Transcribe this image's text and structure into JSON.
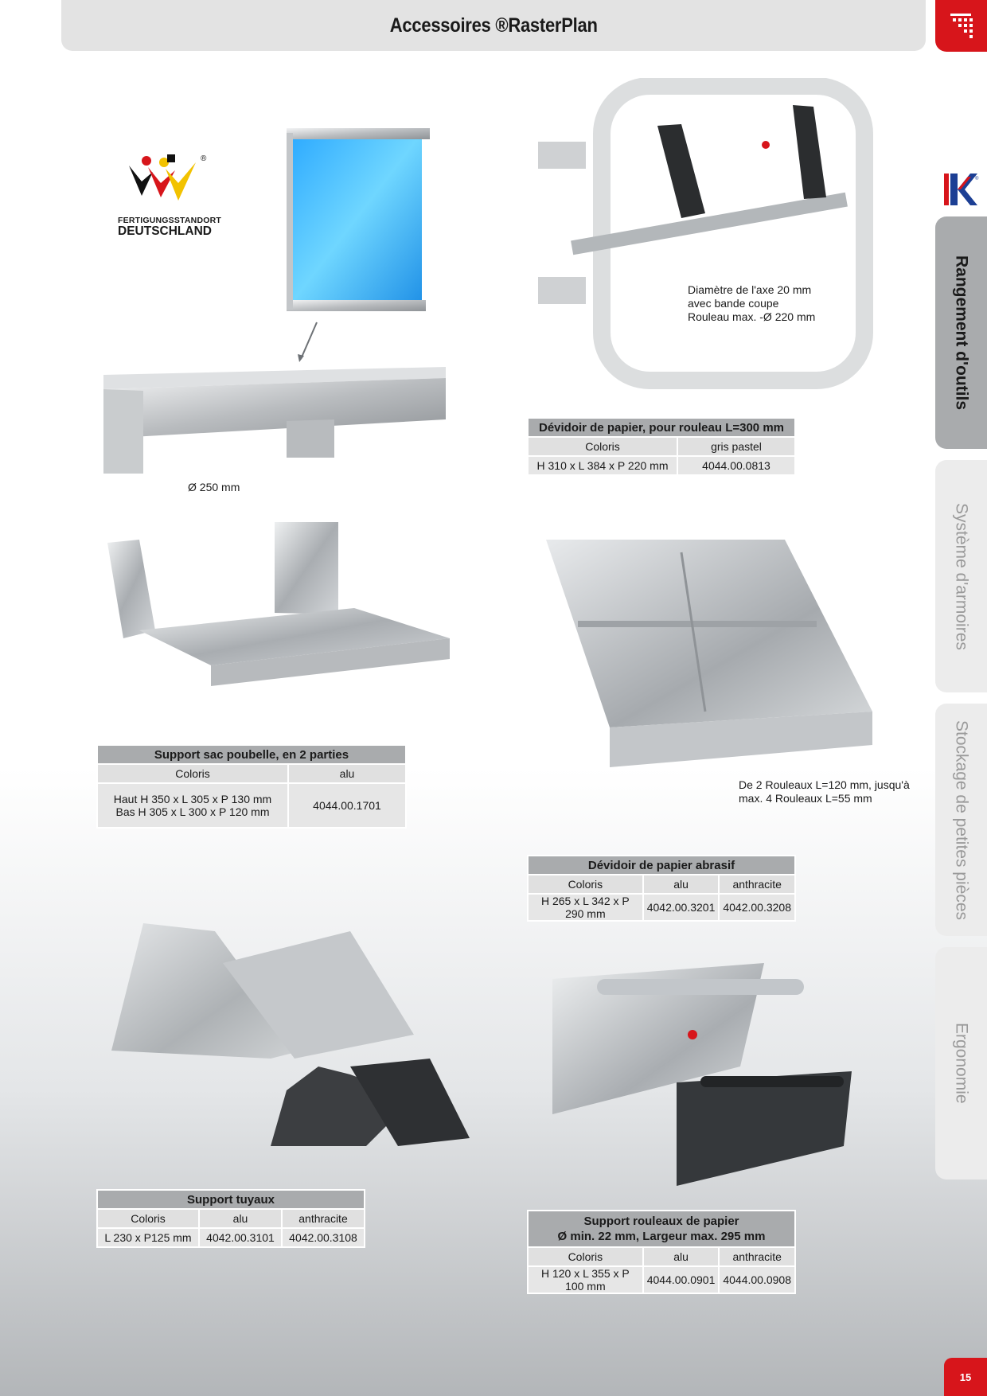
{
  "header": {
    "title": "Accessoires ®RasterPlan"
  },
  "tabs": [
    {
      "label": "Rangement d'outils",
      "active": true
    },
    {
      "label": "Système d'armoires",
      "active": false
    },
    {
      "label": "Stockage de petites pièces",
      "active": false
    },
    {
      "label": "Ergonomie",
      "active": false
    }
  ],
  "page_number": "15",
  "badge": {
    "line1": "FERTIGUNGSSTANDORT",
    "line2": "DEUTSCHLAND",
    "reg": "®"
  },
  "notes": {
    "bin_diameter": "Ø 250 mm",
    "paper_dispenser": [
      "Diamètre de l'axe 20 mm",
      "avec bande coupe",
      "Rouleau max. -Ø 220 mm"
    ],
    "abrasive": [
      "De 2 Rouleaux L=120 mm, jusqu'à",
      "max. 4 Rouleaux L=55 mm"
    ]
  },
  "tables": {
    "paper_dispenser": {
      "title": "Dévidoir de papier, pour rouleau L=300 mm",
      "col_label": "Coloris",
      "col_colour": "gris pastel",
      "row_dims": "H 310 x L 384 x P 220 mm",
      "row_ref": "4044.00.0813"
    },
    "bin_holder": {
      "title": "Support sac poubelle, en 2 parties",
      "col_label": "Coloris",
      "col_colour": "alu",
      "row_dims_1": "Haut H 350 x L 305 x P 130 mm",
      "row_dims_2": "Bas H 305 x L 300 x P 120 mm",
      "row_ref": "4044.00.1701"
    },
    "abrasive": {
      "title": "Dévidoir de papier abrasif",
      "col_label": "Coloris",
      "col_colour_1": "alu",
      "col_colour_2": "anthracite",
      "row_dims": "H 265 x L 342 x P 290 mm",
      "row_ref_1": "4042.00.3201",
      "row_ref_2": "4042.00.3208"
    },
    "hose": {
      "title": "Support tuyaux",
      "col_label": "Coloris",
      "col_colour_1": "alu",
      "col_colour_2": "anthracite",
      "row_dims": "L 230 x P125 mm",
      "row_ref_1": "4042.00.3101",
      "row_ref_2": "4042.00.3108"
    },
    "roll_holder": {
      "title_1": "Support rouleaux de papier",
      "title_2": "Ø min. 22 mm, Largeur max. 295 mm",
      "col_label": "Coloris",
      "col_colour_1": "alu",
      "col_colour_2": "anthracite",
      "row_dims": "H 120 x L 355 x P 100 mm",
      "row_ref_1": "4044.00.0901",
      "row_ref_2": "4044.00.0908"
    }
  }
}
